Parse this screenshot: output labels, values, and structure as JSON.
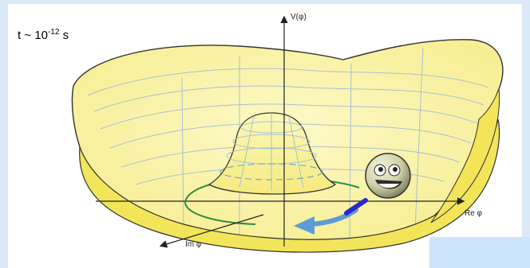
{
  "time": {
    "prefix": "t ~ 10",
    "exponent": "-12",
    "unit": " s"
  },
  "axes": {
    "v_label": "V(φ)",
    "re_label": "Re φ",
    "im_label": "Im φ"
  },
  "colors": {
    "surface_fill": "#fbf7b0",
    "surface_inner": "#f6ef86",
    "rim_fill": "#f2e55a",
    "outline": "#333333",
    "contour": "#a9c2cf",
    "green_orbit": "#2e8b3e",
    "arrow_light_blue": "#5c9bd5",
    "arrow_dark_blue": "#2828c8",
    "highlight_box": "#cde5fb",
    "page_background": "#dce9f6"
  },
  "icons": {
    "ball": "smiley-ball-icon"
  }
}
